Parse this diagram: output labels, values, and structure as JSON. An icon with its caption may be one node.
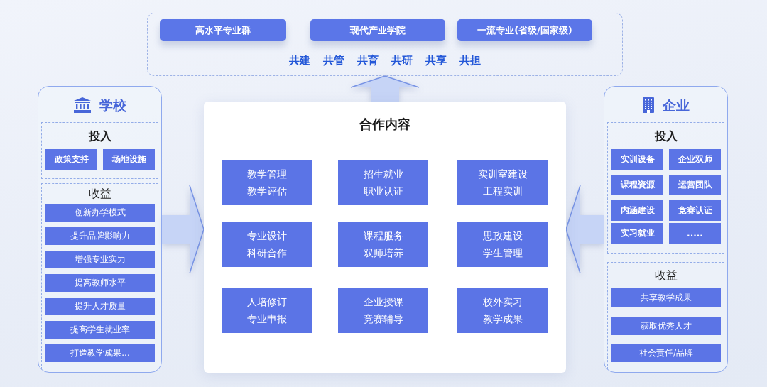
{
  "diagram": {
    "nodes": [
      {
        "text": [
          "共建",
          "共管",
          "共育",
          "共研",
          "共享",
          "共担"
        ]
      },
      {
        "text": [
          "高水平专业群"
        ],
        "in": 0
      },
      {
        "text": [
          "现代产业学院"
        ],
        "in": 0
      },
      {
        "text": [
          "一流专业(省级/国家级)"
        ],
        "in": 0
      },
      {
        "text": [
          "学校"
        ]
      },
      {
        "text": [
          "投入"
        ],
        "in": 4
      },
      {
        "text": [
          "政策支持"
        ],
        "in": 5
      },
      {
        "text": [
          "场地设施"
        ],
        "in": 5
      },
      {
        "text": [
          "收益"
        ],
        "in": 4
      },
      {
        "text": [
          "创新办学模式"
        ],
        "in": 8
      },
      {
        "text": [
          "提升品牌影响力"
        ],
        "in": 8
      },
      {
        "text": [
          "增强专业实力"
        ],
        "in": 8
      },
      {
        "text": [
          "提高教师水平"
        ],
        "in": 8
      },
      {
        "text": [
          "提升人才质量"
        ],
        "in": 8
      },
      {
        "text": [
          "提高学生就业率"
        ],
        "in": 8
      },
      {
        "text": [
          "打造教学成果..."
        ],
        "in": 8
      },
      {
        "text": [
          "合作内容"
        ]
      },
      {
        "text": [
          "教学管理",
          "教学评估"
        ],
        "in": 16
      },
      {
        "text": [
          "招生就业",
          "职业认证"
        ],
        "in": 16
      },
      {
        "text": [
          "实训室建设",
          "工程实训"
        ],
        "in": 16
      },
      {
        "text": [
          "专业设计",
          "科研合作"
        ],
        "in": 16
      },
      {
        "text": [
          "课程服务",
          "双师培养"
        ],
        "in": 16
      },
      {
        "text": [
          "思政建设",
          "学生管理"
        ],
        "in": 16
      },
      {
        "text": [
          "人培修订",
          "专业申报"
        ],
        "in": 16
      },
      {
        "text": [
          "企业授课",
          "竞赛辅导"
        ],
        "in": 16
      },
      {
        "text": [
          "校外实习",
          "教学成果"
        ],
        "in": 16
      },
      {
        "text": [
          "企业"
        ]
      },
      {
        "text": [
          "投入"
        ],
        "in": 26
      },
      {
        "text": [
          "实训设备"
        ],
        "in": 27
      },
      {
        "text": [
          "企业双师"
        ],
        "in": 27
      },
      {
        "text": [
          "课程资源"
        ],
        "in": 27
      },
      {
        "text": [
          "运营团队"
        ],
        "in": 27
      },
      {
        "text": [
          "内涵建设"
        ],
        "in": 27
      },
      {
        "text": [
          "竞赛认证"
        ],
        "in": 27
      },
      {
        "text": [
          "实习就业"
        ],
        "in": 27
      },
      {
        "text": [
          "....."
        ],
        "in": 27
      },
      {
        "text": [
          "收益"
        ],
        "in": 26
      },
      {
        "text": [
          "共享教学成果"
        ],
        "in": 36
      },
      {
        "text": [
          "获取优秀人才"
        ],
        "in": 36
      },
      {
        "text": [
          "社会责任/品牌"
        ],
        "in": 36
      }
    ],
    "edges": [
      {
        "from": 16,
        "to": 0,
        "arrow": "to"
      },
      {
        "from": 4,
        "to": 16,
        "arrow": "to"
      },
      {
        "from": 26,
        "to": 16,
        "arrow": "to"
      }
    ]
  }
}
